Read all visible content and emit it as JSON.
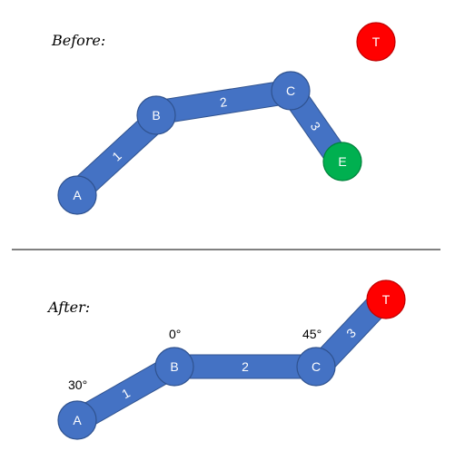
{
  "colors": {
    "link": "#4472c4",
    "link_stroke": "#2f528f",
    "joint": "#4472c4",
    "joint_stroke": "#2f528f",
    "end_effector": "#00b050",
    "end_effector_stroke": "#00823b",
    "target": "#ff0000",
    "target_stroke": "#c00000",
    "divider": "#000000"
  },
  "before": {
    "caption": "Before:",
    "links": [
      "1",
      "2",
      "3"
    ],
    "joints": {
      "a": "A",
      "b": "B",
      "c": "C"
    },
    "end_effector": "E",
    "target": "T"
  },
  "after": {
    "caption": "After:",
    "links": [
      "1",
      "2",
      "3"
    ],
    "joints": {
      "a": "A",
      "b": "B",
      "c": "C"
    },
    "target": "T",
    "angles": {
      "a": "30°",
      "b": "0°",
      "c": "45°"
    }
  }
}
